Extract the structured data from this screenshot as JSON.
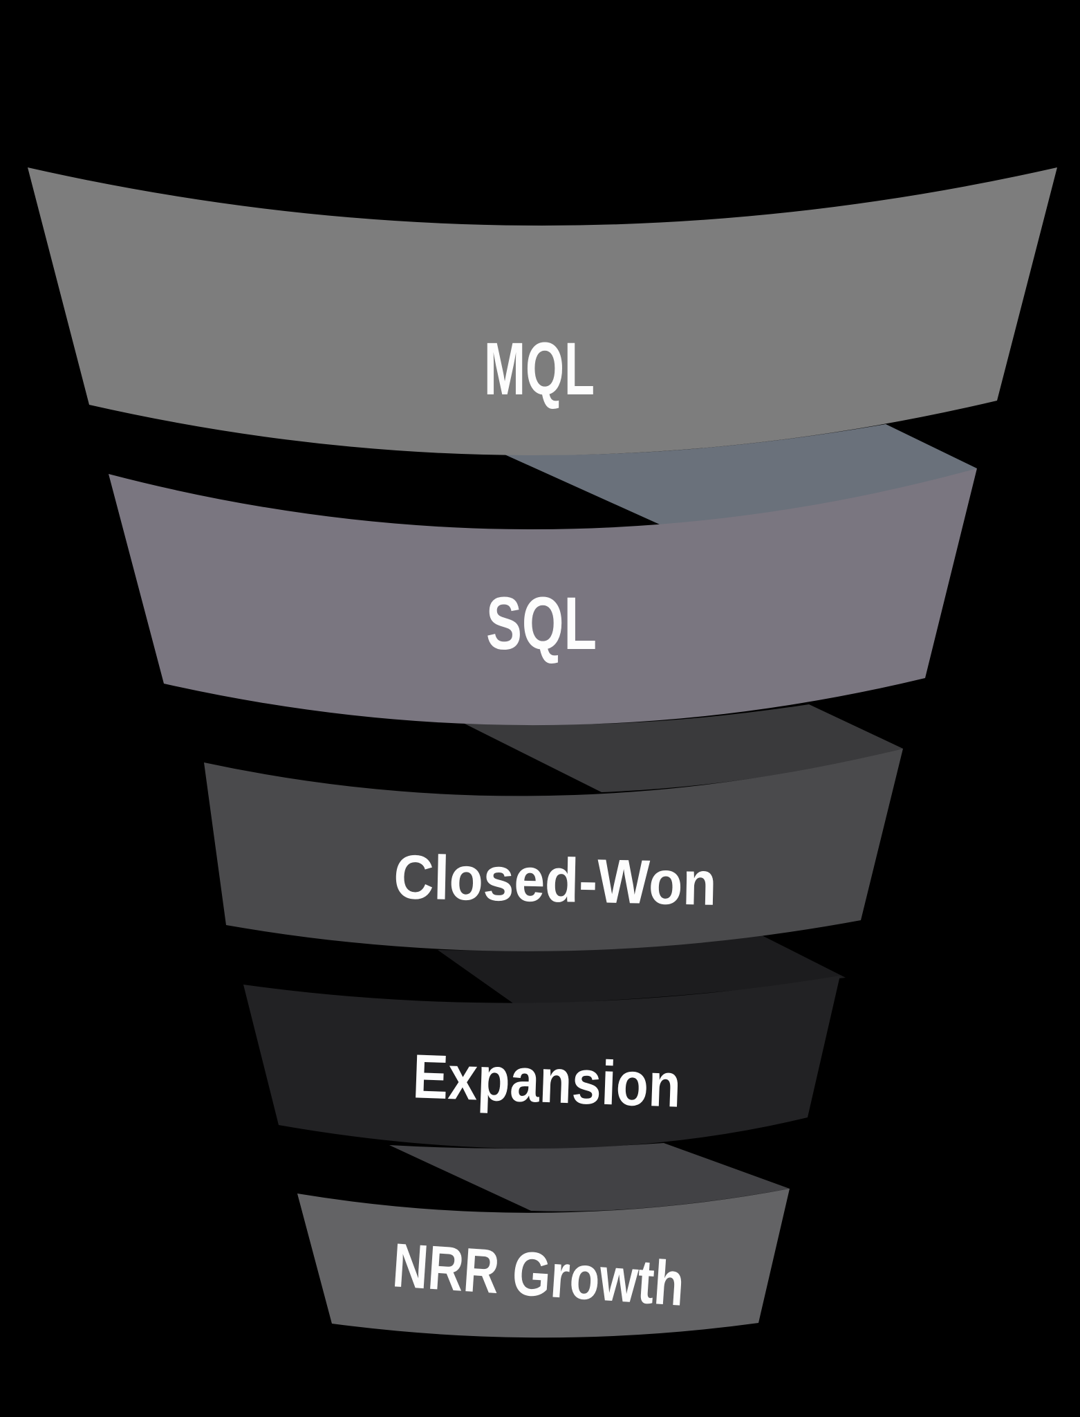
{
  "diagram": {
    "type": "spiral-funnel",
    "orientation": "top-to-bottom",
    "background_color": "#000000",
    "text_color": "#fdfdfd",
    "stages": [
      {
        "label": "MQL",
        "color": "#7d7d7d"
      },
      {
        "label": "SQL",
        "color": "#7a7680"
      },
      {
        "label": "Closed-Won",
        "color": "#4a4a4c"
      },
      {
        "label": "Expansion",
        "color": "#222224"
      },
      {
        "label": "NRR Growth",
        "color": "#636365"
      }
    ],
    "connectors": [
      {
        "between": "MQL / SQL",
        "color": "#6a717b"
      },
      {
        "between": "SQL / Closed-Won",
        "color": "#3a3a3c"
      },
      {
        "between": "Closed-Won / Expansion",
        "color": "#1c1c1e"
      },
      {
        "between": "Expansion / NRR Growth",
        "color": "#424245"
      }
    ]
  }
}
